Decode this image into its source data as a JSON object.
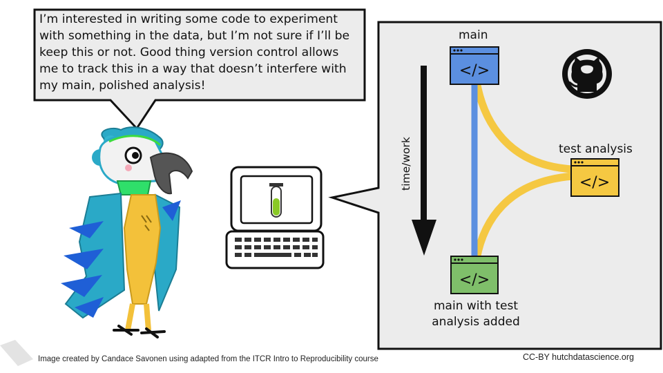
{
  "speech_bubble": {
    "lines": [
      "I’m interested in writing some code to experiment",
      "with something in the data, but I’m not sure if I’ll be",
      "keep this or not. Good thing version control allows",
      "me to track this in a way that doesn’t interfere with",
      "my main, polished analysis!"
    ]
  },
  "diagram": {
    "main_label": "main",
    "test_label": "test analysis",
    "merged_label": "main with test analysis added",
    "time_label": "time/work",
    "code_glyph": "</>"
  },
  "footer": {
    "credit": "Image created by Candace Savonen using adapted from the ITCR Intro to Reproducibility course",
    "license": "CC-BY  hutchdatascience.org"
  },
  "icons": [
    "parrot-character",
    "computer-icon",
    "test-tube-icon",
    "keyboard-icon",
    "github-icon",
    "code-file-icon"
  ],
  "colors": {
    "main_branch": "#5b8fe0",
    "test_branch": "#f5c842",
    "merged": "#7fbf6a"
  }
}
